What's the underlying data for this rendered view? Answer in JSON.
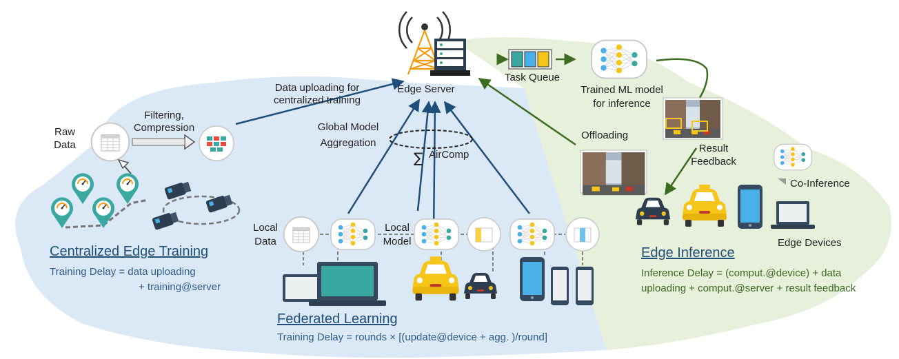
{
  "hub": {
    "edge_server": "Edge Server",
    "task_queue": "Task Queue",
    "trained_model": [
      "Trained ML model",
      "for inference"
    ],
    "upload_label": [
      "Data uploading for",
      "centralized training"
    ]
  },
  "centralized": {
    "raw_data": [
      "Raw",
      "Data"
    ],
    "filtering": [
      "Filtering,",
      "Compression"
    ],
    "title": "Centralized Edge Training",
    "delay": [
      "Training Delay = data uploading",
      "+ training@server"
    ]
  },
  "federated": {
    "global_agg": [
      "Global Model",
      "Aggregation"
    ],
    "aircomp": "AirComp",
    "local_data": [
      "Local",
      "Data"
    ],
    "local_model": [
      "Local",
      "Model"
    ],
    "title": "Federated Learning",
    "delay": "Training Delay = rounds × [(update@device + agg. )/round]"
  },
  "inference": {
    "offloading": "Offloading",
    "result_feedback": [
      "Result",
      "Feedback"
    ],
    "co_inference": "Co-Inference",
    "edge_devices": "Edge Devices",
    "title": "Edge Inference",
    "delay": [
      "Inference Delay = (comput.@device) + data",
      "uploading + comput.@server + result feedback"
    ]
  },
  "colors": {
    "blue_region": "#dbe8f5",
    "green_region": "#e7f0da",
    "blue_arrow": "#1f4e79",
    "green_arrow": "#3d6b1f",
    "taxi": "#f5c518",
    "teal": "#3aa8a0",
    "sky": "#4ab0e8"
  },
  "icons": [
    "antenna-tower-icon",
    "server-rack-icon",
    "nn-icon",
    "laptop-icon",
    "tablet-icon",
    "phone-icon",
    "taxi-icon",
    "car-icon",
    "camera-icon",
    "gauge-pin-icon",
    "document-icon"
  ]
}
